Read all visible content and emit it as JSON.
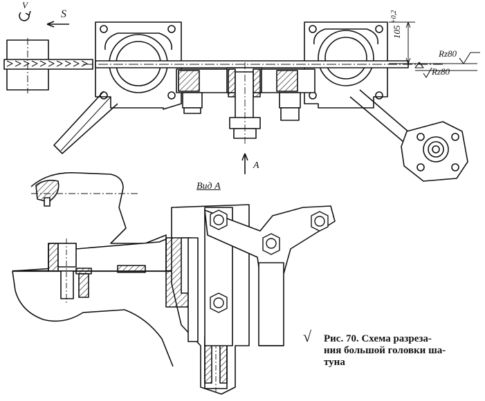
{
  "labels": {
    "feed_arrow": "S",
    "rotation": "V",
    "dimension": "105",
    "tolerance": "+0,2",
    "roughness_top": "Rz80",
    "roughness_bottom": "Rz80",
    "view_arrow": "A",
    "view_title": "Вид А"
  },
  "caption": {
    "line1": "Рис. 70. Схема разреза-",
    "line2": "ния большой головки ша-",
    "line3": "туна"
  }
}
